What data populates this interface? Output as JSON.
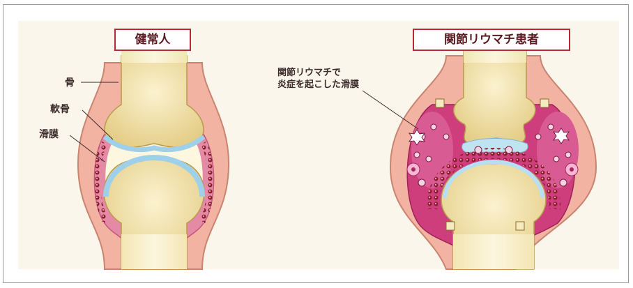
{
  "titles": {
    "healthy": "健常人",
    "ra_patient": "関節リウマチ患者"
  },
  "labels": {
    "bone": "骨",
    "cartilage": "軟骨",
    "synovium": "滑膜"
  },
  "annotation": {
    "line1": "関節リウマチで",
    "line2": "炎症を起こした滑膜"
  },
  "colors": {
    "title_border": "#b8273a",
    "synovium_pink": "#e48aa4",
    "bone_yellow": "#efdc9c",
    "cartilage_blue": "#b7def2",
    "inflamed_magenta": "#cf3e7c"
  }
}
